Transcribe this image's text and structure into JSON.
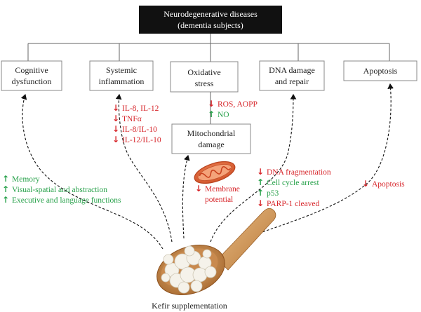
{
  "top_box": {
    "line1": "Neurodegenerative diseases",
    "line2": "(dementia subjects)"
  },
  "categories": {
    "cognitive": {
      "line1": "Cognitive",
      "line2": "dysfunction"
    },
    "systemic": {
      "line1": "Systemic",
      "line2": "inflammation"
    },
    "oxidative": {
      "line1": "Oxidative",
      "line2": "stress"
    },
    "dna": {
      "line1": "DNA damage",
      "line2": "and repair"
    },
    "apoptosis": {
      "line1": "Apoptosis"
    }
  },
  "mito_box": {
    "line1": "Mitochondrial",
    "line2": "damage"
  },
  "cognitive_effects": [
    {
      "dir": "up",
      "text": "Memory"
    },
    {
      "dir": "up",
      "text": "Visual-spatial and abstraction"
    },
    {
      "dir": "up",
      "text": "Executive and language functions"
    }
  ],
  "inflammation_effects": [
    {
      "dir": "down",
      "text": "IL-8, IL-12"
    },
    {
      "dir": "down",
      "text": "TNFα"
    },
    {
      "dir": "down",
      "text": "IL-8/IL-10"
    },
    {
      "dir": "down",
      "text": "IL-12/IL-10"
    }
  ],
  "oxidative_effects": [
    {
      "dir": "down",
      "text": "ROS, AOPP"
    },
    {
      "dir": "up",
      "text": "NO"
    }
  ],
  "mito_effects": {
    "line1": "Membrane",
    "line2": "potential"
  },
  "dna_effects": [
    {
      "dir": "down",
      "text": "DNA fragmentation"
    },
    {
      "dir": "up",
      "text": "Cell cycle arrest"
    },
    {
      "dir": "up",
      "text": "p53"
    },
    {
      "dir": "down",
      "text": "PARP-1 cleaved"
    }
  ],
  "apoptosis_effects": [
    {
      "dir": "down",
      "text": "Apoptosis"
    }
  ],
  "caption": "Kefir supplementation",
  "colors": {
    "up": "#27a14a",
    "down": "#d7262b",
    "top_box": "#111111",
    "connector": "#555555"
  }
}
